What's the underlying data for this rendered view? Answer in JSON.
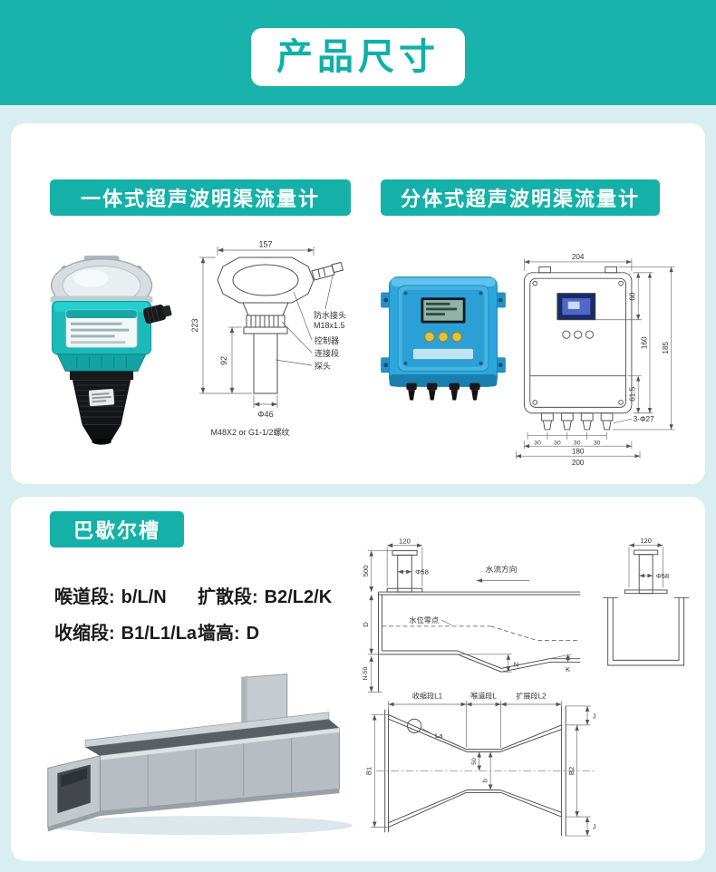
{
  "page": {
    "title": "产品尺寸"
  },
  "integrated": {
    "header": "一体式超声波明渠流量计",
    "dims": {
      "w157": "157",
      "h223": "223",
      "h92": "92",
      "phi46": "Φ46",
      "thread": "M48X2 or G1-1/2螺纹"
    },
    "labels": {
      "gland": "防水接头",
      "gland_spec": "M18x1.5",
      "controller": "控制器",
      "connector": "连接段",
      "probe": "探头"
    }
  },
  "split": {
    "header": "分体式超声波明渠流量计",
    "dims": {
      "w204": "204",
      "h60": "60",
      "h160": "160",
      "h185": "185",
      "h615": "61.5",
      "holes": "3-Φ27",
      "s30": [
        "30",
        "30",
        "30",
        "30"
      ],
      "w180": "180",
      "w200": "200"
    }
  },
  "parshall": {
    "header": "巴歇尔槽",
    "legend": {
      "throat_name": "喉道段:",
      "throat_val": "b/L/N",
      "diffuser_name": "扩散段:",
      "diffuser_val": "B2/L2/K",
      "contract_name": "收缩段:",
      "contract_val": "B1/L1/La",
      "wall_name": "墙高:",
      "wall_val": "D"
    },
    "side": {
      "w120": "120",
      "phi58": "Φ58",
      "h500": "500",
      "flow": "水流方向",
      "zero": "水位零点",
      "D": "D",
      "N": "N",
      "K": "K",
      "N50": "N-50"
    },
    "section_view": {
      "w120": "120",
      "phi58": "Φ58"
    },
    "plan": {
      "seg1": "收缩段L1",
      "seg2": "喉道段L",
      "seg3": "扩展段L2",
      "La": "La",
      "n50": "50",
      "b": "b",
      "B1": "B1",
      "B2": "B2",
      "J": "J"
    }
  }
}
